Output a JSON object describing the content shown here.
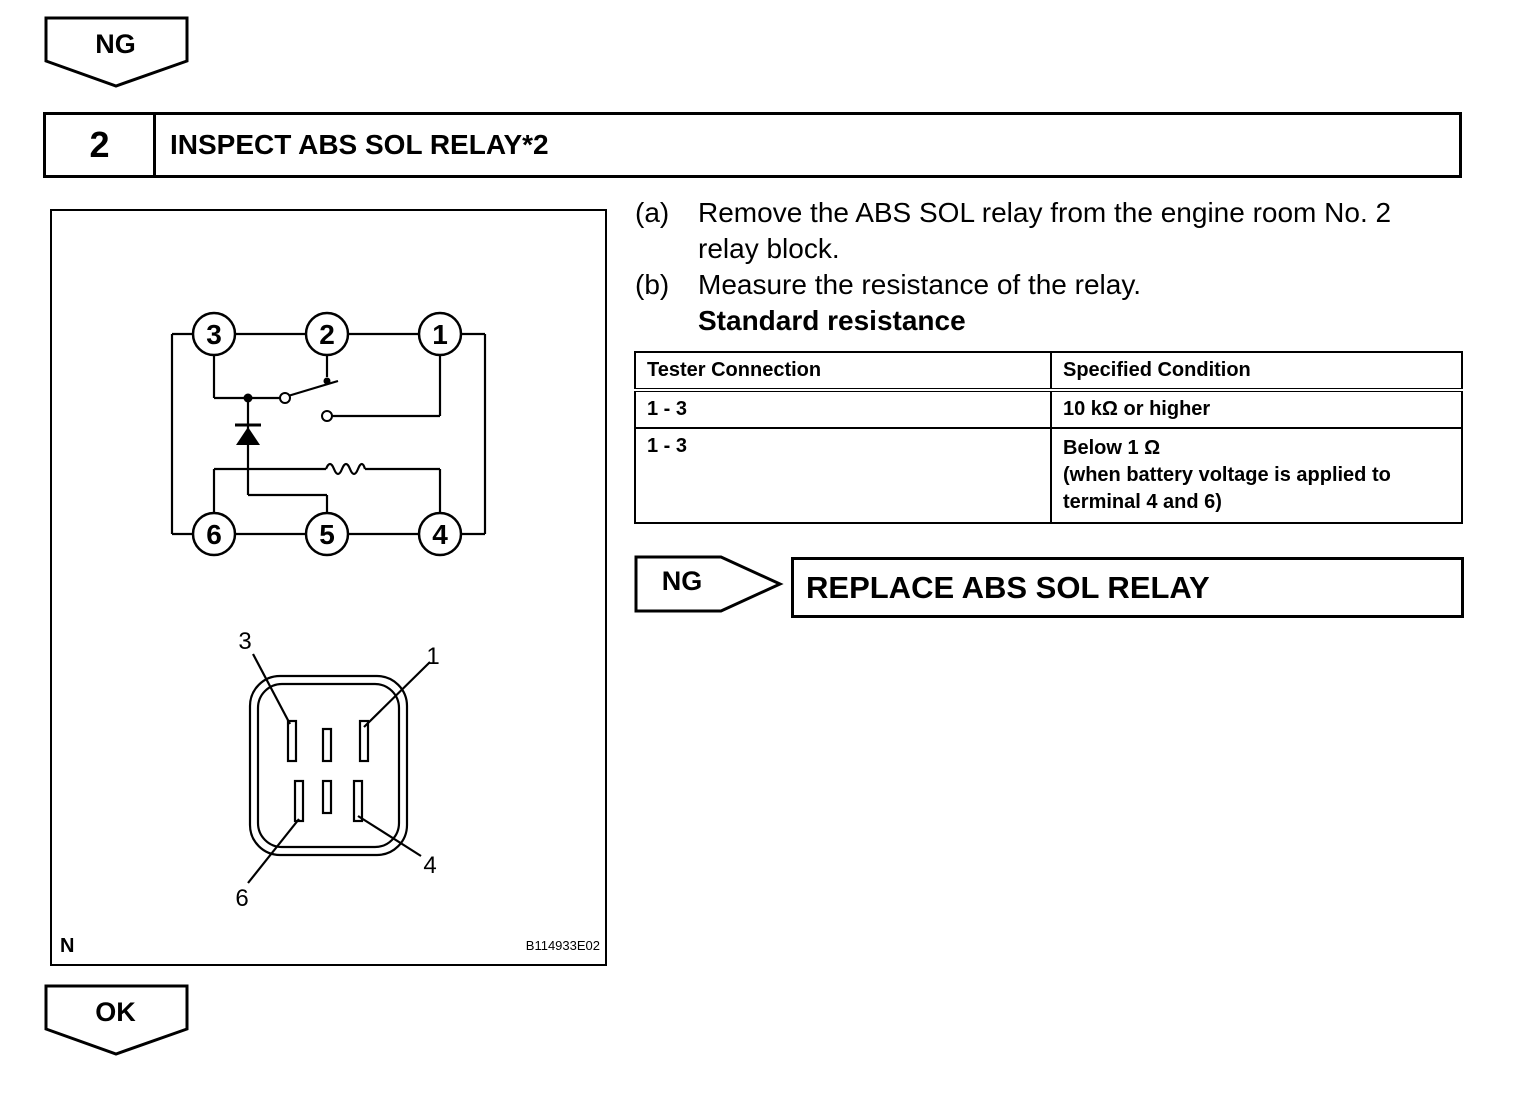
{
  "top_arrow": {
    "label": "NG"
  },
  "step": {
    "number": "2",
    "title": "INSPECT ABS SOL RELAY*2"
  },
  "figure": {
    "circuit_terminals": [
      "3",
      "2",
      "1",
      "6",
      "5",
      "4"
    ],
    "connector_terminals": [
      "3",
      "1",
      "4",
      "6"
    ],
    "corner_mark": "N",
    "figure_code": "B114933E02"
  },
  "instructions": [
    {
      "label": "(a)",
      "lines": [
        "Remove the ABS SOL relay from the engine room No. 2",
        "relay block."
      ]
    },
    {
      "label": "(b)",
      "lines": [
        "Measure the resistance of the relay."
      ]
    }
  ],
  "standard_heading": "Standard resistance",
  "spec_table": {
    "headers": [
      "Tester Connection",
      "Specified Condition"
    ],
    "rows": [
      {
        "connection": "1 - 3",
        "condition": [
          "10 kΩ or higher"
        ]
      },
      {
        "connection": "1 - 3",
        "condition": [
          "Below 1 Ω",
          "(when battery voltage is applied to",
          "terminal 4 and 6)"
        ]
      }
    ]
  },
  "ng_result": {
    "label": "NG",
    "action": "REPLACE ABS SOL RELAY"
  },
  "bottom_arrow": {
    "label": "OK"
  }
}
